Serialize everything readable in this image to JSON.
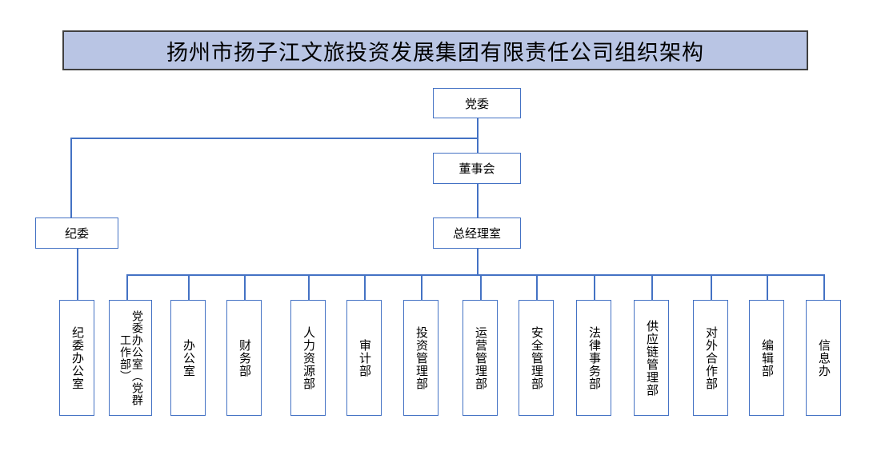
{
  "title": {
    "text": "扬州市扬子江文旅投资发展集团有限责任公司组织架构",
    "background": "#b9c5e4",
    "border": "#404040"
  },
  "theme": {
    "connector_color": "#4472c4",
    "node_border": "#4472c4",
    "node_background": "#ffffff"
  },
  "chart_data": {
    "type": "org-chart",
    "nodes": [
      {
        "id": "party_committee",
        "label": "党委",
        "level": 0,
        "orientation": "horizontal"
      },
      {
        "id": "board",
        "label": "董事会",
        "level": 1,
        "orientation": "horizontal"
      },
      {
        "id": "discipline",
        "label": "纪委",
        "level": 2,
        "orientation": "horizontal"
      },
      {
        "id": "gm_office",
        "label": "总经理室",
        "level": 2,
        "orientation": "horizontal"
      },
      {
        "id": "dept_1",
        "label": "纪委办公室",
        "level": 3,
        "orientation": "vertical"
      },
      {
        "id": "dept_2",
        "label": "党委办公室（党群工作部）",
        "level": 3,
        "orientation": "vertical"
      },
      {
        "id": "dept_3",
        "label": "办公室",
        "level": 3,
        "orientation": "vertical"
      },
      {
        "id": "dept_4",
        "label": "财务部",
        "level": 3,
        "orientation": "vertical"
      },
      {
        "id": "dept_5",
        "label": "人力资源部",
        "level": 3,
        "orientation": "vertical"
      },
      {
        "id": "dept_6",
        "label": "审计部",
        "level": 3,
        "orientation": "vertical"
      },
      {
        "id": "dept_7",
        "label": "投资管理部",
        "level": 3,
        "orientation": "vertical"
      },
      {
        "id": "dept_8",
        "label": "运营管理部",
        "level": 3,
        "orientation": "vertical"
      },
      {
        "id": "dept_9",
        "label": "安全管理部",
        "level": 3,
        "orientation": "vertical"
      },
      {
        "id": "dept_10",
        "label": "法律事务部",
        "level": 3,
        "orientation": "vertical"
      },
      {
        "id": "dept_11",
        "label": "供应链管理部",
        "level": 3,
        "orientation": "vertical"
      },
      {
        "id": "dept_12",
        "label": "对外合作部",
        "level": 3,
        "orientation": "vertical"
      },
      {
        "id": "dept_13",
        "label": "编辑部",
        "level": 3,
        "orientation": "vertical"
      },
      {
        "id": "dept_14",
        "label": "信息办",
        "level": 3,
        "orientation": "vertical"
      }
    ],
    "edges": [
      {
        "from": "party_committee",
        "to": "board"
      },
      {
        "from": "party_committee",
        "to": "discipline"
      },
      {
        "from": "board",
        "to": "gm_office"
      },
      {
        "from": "discipline",
        "to": "dept_1"
      },
      {
        "from": "gm_office",
        "to": "dept_2"
      },
      {
        "from": "gm_office",
        "to": "dept_3"
      },
      {
        "from": "gm_office",
        "to": "dept_4"
      },
      {
        "from": "gm_office",
        "to": "dept_5"
      },
      {
        "from": "gm_office",
        "to": "dept_6"
      },
      {
        "from": "gm_office",
        "to": "dept_7"
      },
      {
        "from": "gm_office",
        "to": "dept_8"
      },
      {
        "from": "gm_office",
        "to": "dept_9"
      },
      {
        "from": "gm_office",
        "to": "dept_10"
      },
      {
        "from": "gm_office",
        "to": "dept_11"
      },
      {
        "from": "gm_office",
        "to": "dept_12"
      },
      {
        "from": "gm_office",
        "to": "dept_13"
      },
      {
        "from": "gm_office",
        "to": "dept_14"
      }
    ]
  }
}
